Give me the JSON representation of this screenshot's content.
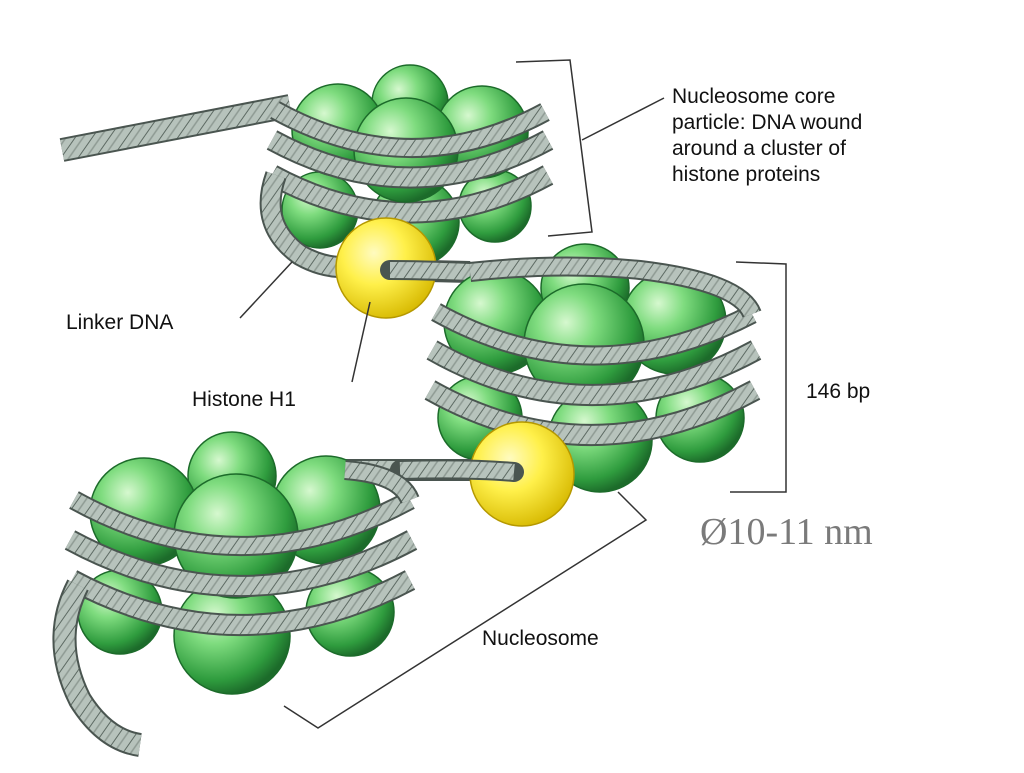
{
  "labels": {
    "core_particle": [
      "Nucleosome core",
      "particle: DNA wound",
      "around a cluster of",
      "histone proteins"
    ],
    "linker_dna": "Linker DNA",
    "histone_h1": "Histone H1",
    "base_pairs": "146 bp",
    "nucleosome": "Nucleosome",
    "diameter": "Ø10-11 nm"
  },
  "colors": {
    "histone_light": "#b8f0b0",
    "histone_mid": "#4fc45a",
    "histone_dark": "#1f7a2e",
    "dna_fill": "#b7c3bc",
    "dna_stroke": "#4a5550",
    "h1_light": "#fff48a",
    "h1_dark": "#e2c400",
    "leader_line": "#333333"
  }
}
